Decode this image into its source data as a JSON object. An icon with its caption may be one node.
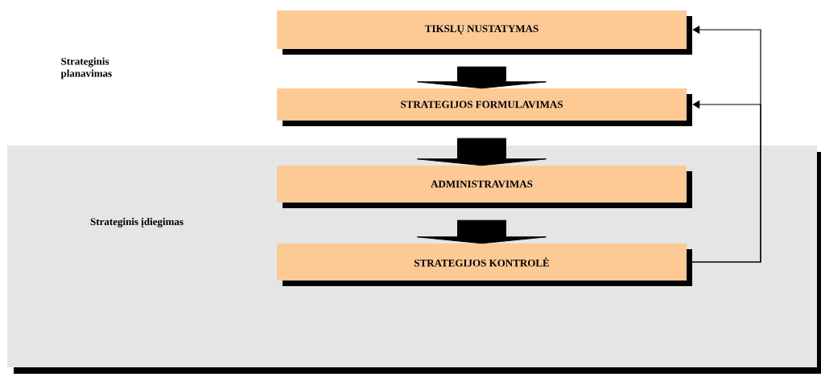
{
  "diagram": {
    "nodes": [
      {
        "text": [
          "TIKSLŲ NUSTATYMAS"
        ]
      },
      {
        "text": [
          "STRATEGIJOS FORMULAVIMAS"
        ]
      },
      {
        "text": [
          "Strateginis įdiegimas"
        ]
      },
      {
        "text": [
          "ADMINISTRAVIMAS"
        ],
        "in": 2
      },
      {
        "text": [
          "STRATEGIJOS KONTROLĖ"
        ],
        "in": 2
      }
    ],
    "edges": [
      {
        "from": 0,
        "to": 1,
        "arrow": "to",
        "style": "thick"
      },
      {
        "from": 1,
        "to": 3,
        "arrow": "to",
        "style": "thick"
      },
      {
        "from": 3,
        "to": 4,
        "arrow": "to",
        "style": "thick"
      },
      {
        "from": 4,
        "to": 0,
        "arrow": "to"
      },
      {
        "from": 4,
        "to": 1,
        "arrow": "to"
      }
    ],
    "labels": [
      "Strateginis planavimas"
    ]
  }
}
